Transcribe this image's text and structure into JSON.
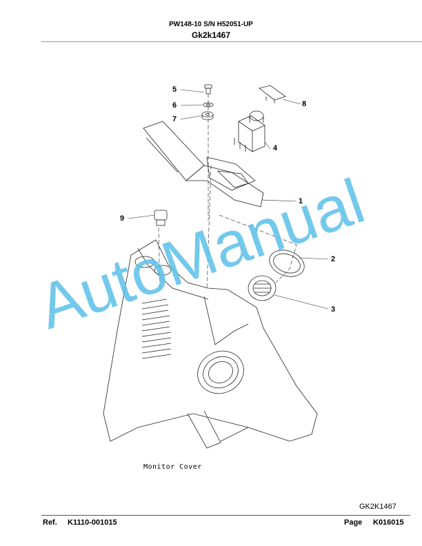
{
  "header": {
    "model": "PW148-10 S/N H52051-UP",
    "code": "Gk2k1467"
  },
  "callouts": [
    "5",
    "6",
    "7",
    "8",
    "4",
    "1",
    "9",
    "2",
    "3"
  ],
  "caption": "Monitor Cover",
  "drawing_code": "GK2K1467",
  "footer": {
    "ref_label": "Ref.",
    "ref_value": "K1110-001015",
    "page_label": "Page",
    "page_value": "K016015"
  },
  "watermark": {
    "text": "AutoManual",
    "color": "#5bbfe9"
  }
}
